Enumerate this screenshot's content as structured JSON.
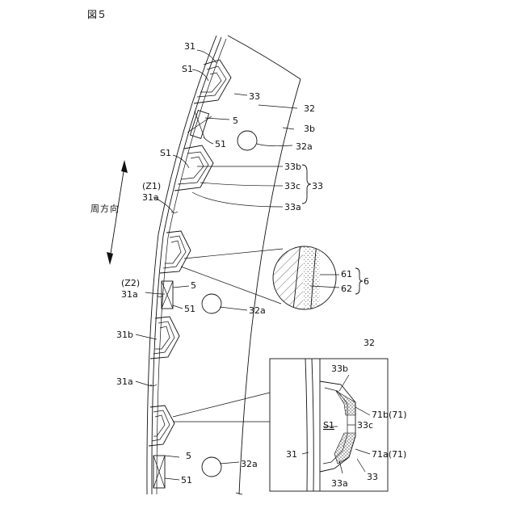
{
  "figure": {
    "title": "図５",
    "labels": {
      "l31_top": "31",
      "l31_inset": "31",
      "s1_a": "S1",
      "s1_b": "S1",
      "s1_inset": "S1",
      "l33_a": "33",
      "l33_brace": "33",
      "l33_inset": "33",
      "l32_main": "32",
      "l32_inset": "32",
      "l3b": "3b",
      "l5_a": "5",
      "l5_b": "5",
      "l5_c": "5",
      "l51_a": "51",
      "l51_b": "51",
      "l51_c": "51",
      "l32a_a": "32a",
      "l32a_b": "32a",
      "l32a_c": "32a",
      "l33b": "33b",
      "l33c": "33c",
      "l33a": "33a",
      "z1": "(Z1)",
      "l31a_1": "31a",
      "z2": "(Z2)",
      "l31a_2": "31a",
      "l31b": "31b",
      "l31a_3": "31a",
      "l61": "61",
      "l62": "62",
      "l6": "6",
      "inset_33b": "33b",
      "inset_33c": "33c",
      "inset_33a": "33a",
      "l71b": "71b(71)",
      "l71a": "71a(71)",
      "direction": [
        "周",
        "方",
        "向"
      ]
    }
  }
}
